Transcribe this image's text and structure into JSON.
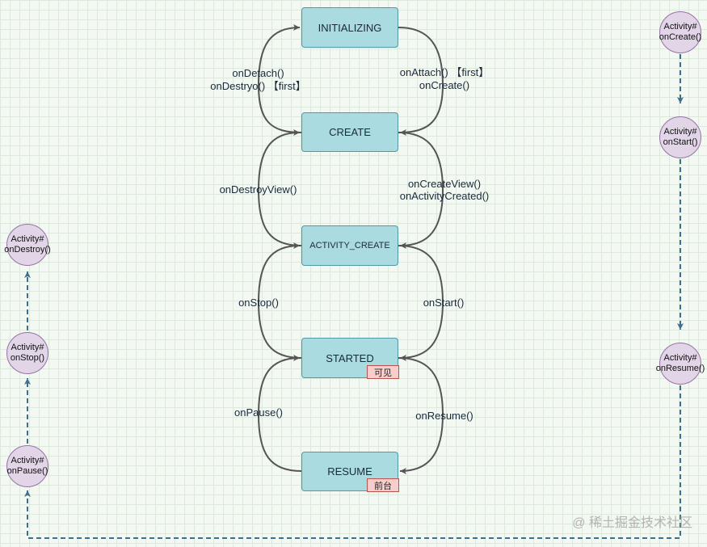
{
  "states": {
    "initializing": "INITIALIZING",
    "create": "CREATE",
    "activity_create": "ACTIVITY_CREATE",
    "started": "STARTED",
    "resume": "RESUME"
  },
  "badges": {
    "visible": "可见",
    "foreground": "前台"
  },
  "transitions": {
    "on_detach": "onDetach()",
    "on_destroy_first": "onDestryo() 【first】",
    "on_attach_first": "onAttach() 【first】",
    "on_create": "onCreate()",
    "on_destroy_view": "onDestroyView()",
    "on_create_view": "onCreateView()",
    "on_activity_created": "onActivityCreated()",
    "on_stop": "onStop()",
    "on_start": "onStart()",
    "on_pause": "onPause()",
    "on_resume": "onResume()"
  },
  "activity": {
    "create": [
      "Activity#",
      "onCreate()"
    ],
    "start": [
      "Activity#",
      "onStart()"
    ],
    "resume": [
      "Activity#",
      "onResume()"
    ],
    "pause": [
      "Activity#",
      "onPause()"
    ],
    "stop": [
      "Activity#",
      "onStop()"
    ],
    "destroy": [
      "Activity#",
      "onDestroy()"
    ]
  },
  "watermark": "稀土掘金技术社区",
  "colors": {
    "state_fill": "#aadbe0",
    "state_border": "#4f9aa6",
    "badge_fill": "#f8cecc",
    "circle_fill": "#e1d5e7",
    "circle_border": "#9673a6",
    "arc_stroke": "#555555",
    "dashed_stroke": "#3d6f91"
  }
}
